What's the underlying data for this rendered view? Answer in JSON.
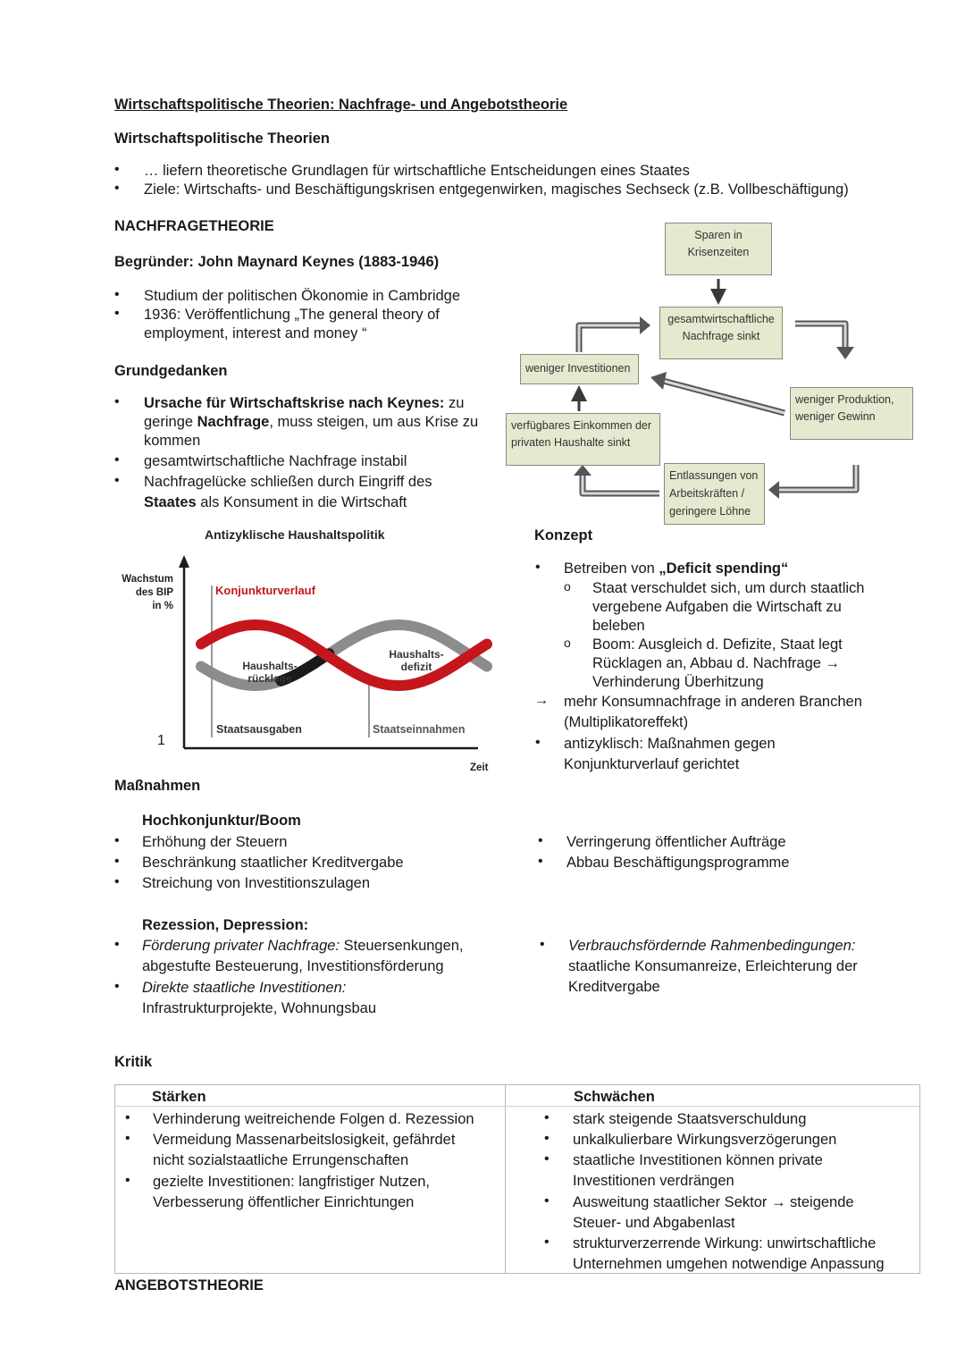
{
  "page_title": "Wirtschaftspolitische Theorien: Nachfrage- und Angebotstheorie",
  "intro": {
    "heading": "Wirtschaftspolitische Theorien",
    "bullets": [
      "… liefern theoretische Grundlagen für wirtschaftliche Entscheidungen eines Staates",
      "Ziele:  Wirtschafts- und Beschäftigungskrisen entgegenwirken, magisches Sechseck (z.B. Vollbeschäftigung)"
    ]
  },
  "nachfrage": {
    "heading": "NACHFRAGETHEORIE",
    "founder": "Begründer: John Maynard Keynes (1883-1946)",
    "founder_bullets": [
      [
        "Studium der politischen Ökonomie in Cambridge"
      ],
      [
        "1936: Veröffentlichung „The general theory of",
        "employment, interest and money “"
      ]
    ],
    "grundgedanken_heading": "Grundgedanken",
    "grund": {
      "b1_bold": "Ursache für Wirtschaftskrise nach Keynes:",
      "b1_rest": " zu",
      "b1_line2_pre": "geringe ",
      "b1_line2_bold": "Nachfrage",
      "b1_line2_rest": ", muss steigen, um aus Krise zu",
      "b1_line3": "kommen",
      "b2": "gesamtwirtschaftliche Nachfrage instabil",
      "b3_line1": "Nachfragelücke schließen durch Eingriff des",
      "b3_line2_bold": "Staates",
      "b3_line2_rest": " als Konsument in die Wirtschaft"
    }
  },
  "flow": {
    "sparen": [
      "Sparen in",
      "Krisenzeiten"
    ],
    "nachfrage_sinkt": [
      "gesamtwirtschaftliche",
      "Nachfrage sinkt"
    ],
    "weniger_investitionen": "weniger Investitionen",
    "weniger_produktion": [
      "weniger Produktion,",
      "weniger Gewinn"
    ],
    "einkommen": [
      "verfügbares Einkommen der",
      "privaten Haushalte  sinkt"
    ],
    "entlassungen": [
      "Entlassungen von",
      "Arbeitskräften /",
      "geringere Löhne"
    ]
  },
  "chart": {
    "title": "Antizyklische Haushaltspolitik",
    "ylabel": [
      "Wachstum",
      "des BIP",
      "in %"
    ],
    "xlabel": "Zeit",
    "konjunktur": "Konjunkturverlauf",
    "ruecklage": [
      "Haushalts-",
      "rücklage"
    ],
    "defizit": [
      "Haushalts-",
      "defizit"
    ],
    "staatsausgaben": "Staatsausgaben",
    "staatseinnahmen": "Staatseinnahmen",
    "figure_number": "1",
    "colors": {
      "konjunktur": "#c4161c",
      "haushalt": "#8c8c8c",
      "dark": "#1a1a1a"
    }
  },
  "konzept": {
    "heading": "Konzept",
    "b1_pre": "Betreiben von ",
    "b1_bold": "„Deficit spending“",
    "sub1": [
      "Staat verschuldet sich, um durch staatlich",
      "vergebene Aufgaben die Wirtschaft zu",
      "beleben"
    ],
    "sub2": [
      "Boom: Ausgleich d. Defizite, Staat legt",
      "Rücklagen an, Abbau d. Nachfrage →",
      "Verhinderung Überhitzung"
    ],
    "arrow_line": [
      "mehr Konsumnachfrage in anderen Branchen",
      "(Multiplikatoreffekt)"
    ],
    "b2": [
      "antizyklisch: Maßnahmen gegen",
      "Konjunkturverlauf gerichtet"
    ]
  },
  "massnahmen": {
    "heading": "Maßnahmen",
    "boom_heading": "Hochkonjunktur/Boom",
    "boom_left": [
      "Erhöhung der Steuern",
      "Beschränkung staatlicher Kreditvergabe",
      "Streichung von Investitionszulagen"
    ],
    "boom_right": [
      "Verringerung öffentlicher Aufträge",
      "Abbau Beschäftigungsprogramme"
    ],
    "rez_heading": "Rezession, Depression:",
    "rez_l1_italic": "Förderung privater Nachfrage:",
    "rez_l1_rest": " Steuersenkungen,",
    "rez_l1_line2": "abgestufte Besteuerung, Investitionsförderung",
    "rez_l2_italic": "Direkte staatliche Investitionen:",
    "rez_l2_line2": "Infrastrukturprojekte, Wohnungsbau",
    "rez_r1_italic": "Verbrauchsfördernde Rahmenbedingungen:",
    "rez_r1_lines": [
      "staatliche Konsumanreize, Erleichterung der",
      "Kreditvergabe"
    ]
  },
  "kritik": {
    "heading": "Kritik",
    "staerken_heading": "Stärken",
    "schwaechen_heading": "Schwächen",
    "staerken": [
      [
        "Verhinderung weitreichende Folgen d. Rezession"
      ],
      [
        "Vermeidung Massenarbeitslosigkeit, gefährdet",
        "nicht sozialstaatliche Errungenschaften"
      ],
      [
        "gezielte Investitionen: langfristiger Nutzen,",
        "Verbesserung öffentlicher Einrichtungen"
      ]
    ],
    "schwaechen": [
      [
        "stark steigende Staatsverschuldung"
      ],
      [
        "unkalkulierbare Wirkungsverzögerungen"
      ],
      [
        "staatliche Investitionen können private",
        "Investitionen verdrängen"
      ],
      [
        "Ausweitung staatlicher Sektor → steigende",
        "Steuer- und Abgabenlast"
      ],
      [
        "strukturverzerrende Wirkung: unwirtschaftliche",
        "Unternehmen umgehen notwendige Anpassung"
      ]
    ]
  },
  "angebot_heading": "ANGEBOTSTHEORIE"
}
